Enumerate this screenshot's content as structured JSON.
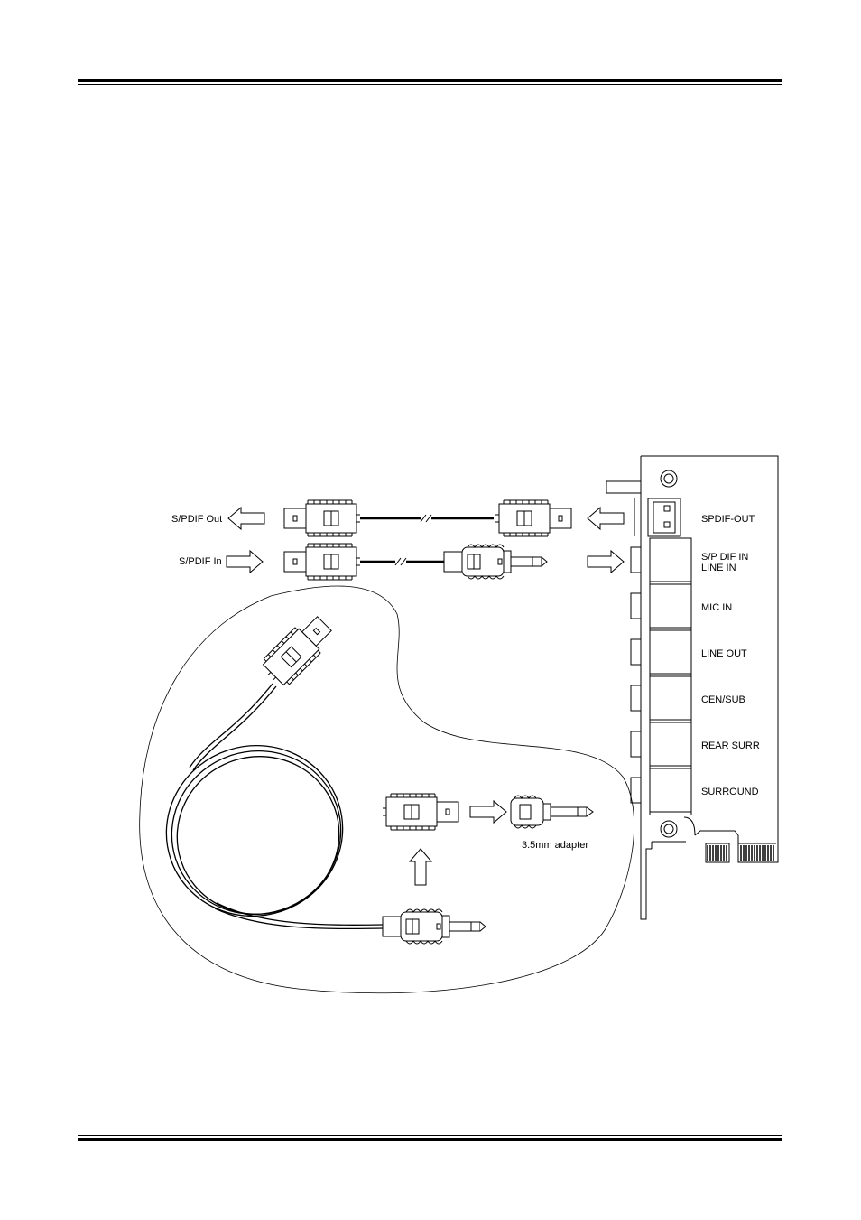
{
  "diagram": {
    "cable_labels": {
      "spdif_out": "S/PDIF Out",
      "spdif_in": "S/PDIF In"
    },
    "bracket_ports": [
      {
        "label": "SPDIF-OUT"
      },
      {
        "label": "S/P DIF IN",
        "label2": "LINE IN"
      },
      {
        "label": "MIC IN"
      },
      {
        "label": "LINE OUT"
      },
      {
        "label": "CEN/SUB"
      },
      {
        "label": "REAR SURR"
      },
      {
        "label": "SURROUND"
      }
    ],
    "adapter_label": "3.5mm adapter"
  }
}
